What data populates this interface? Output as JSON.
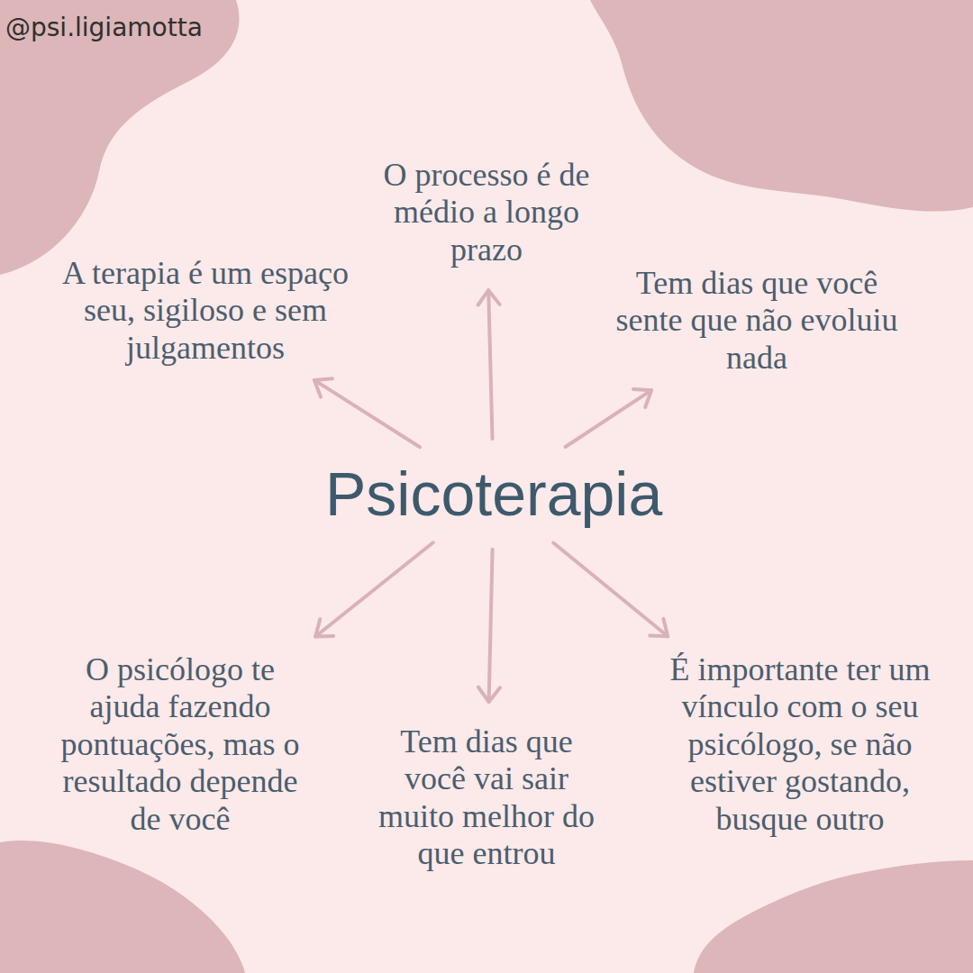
{
  "diagram": {
    "nodes": [
      {
        "text": [
          "Psicoterapia"
        ]
      },
      {
        "text": [
          "A terapia é um espaço seu, sigiloso e sem julgamentos"
        ]
      },
      {
        "text": [
          "O processo é de médio a longo prazo"
        ]
      },
      {
        "text": [
          "Tem dias que você sente que não evoluiu nada"
        ]
      },
      {
        "text": [
          "O psicólogo te ajuda fazendo pontuações, mas o resultado depende de você"
        ]
      },
      {
        "text": [
          "Tem dias que você vai sair muito melhor do que entrou"
        ]
      },
      {
        "text": [
          "É importante ter um vínculo com o seu psicólogo, se não estiver gostando, busque outro"
        ]
      }
    ],
    "edges": [
      {
        "from": 0,
        "to": 1,
        "arrow": "to"
      },
      {
        "from": 0,
        "to": 2,
        "arrow": "to"
      },
      {
        "from": 0,
        "to": 3,
        "arrow": "to"
      },
      {
        "from": 0,
        "to": 4,
        "arrow": "to"
      },
      {
        "from": 0,
        "to": 5,
        "arrow": "to"
      },
      {
        "from": 0,
        "to": 6,
        "arrow": "to"
      }
    ],
    "labels": [
      "@psi.ligiamotta"
    ]
  }
}
